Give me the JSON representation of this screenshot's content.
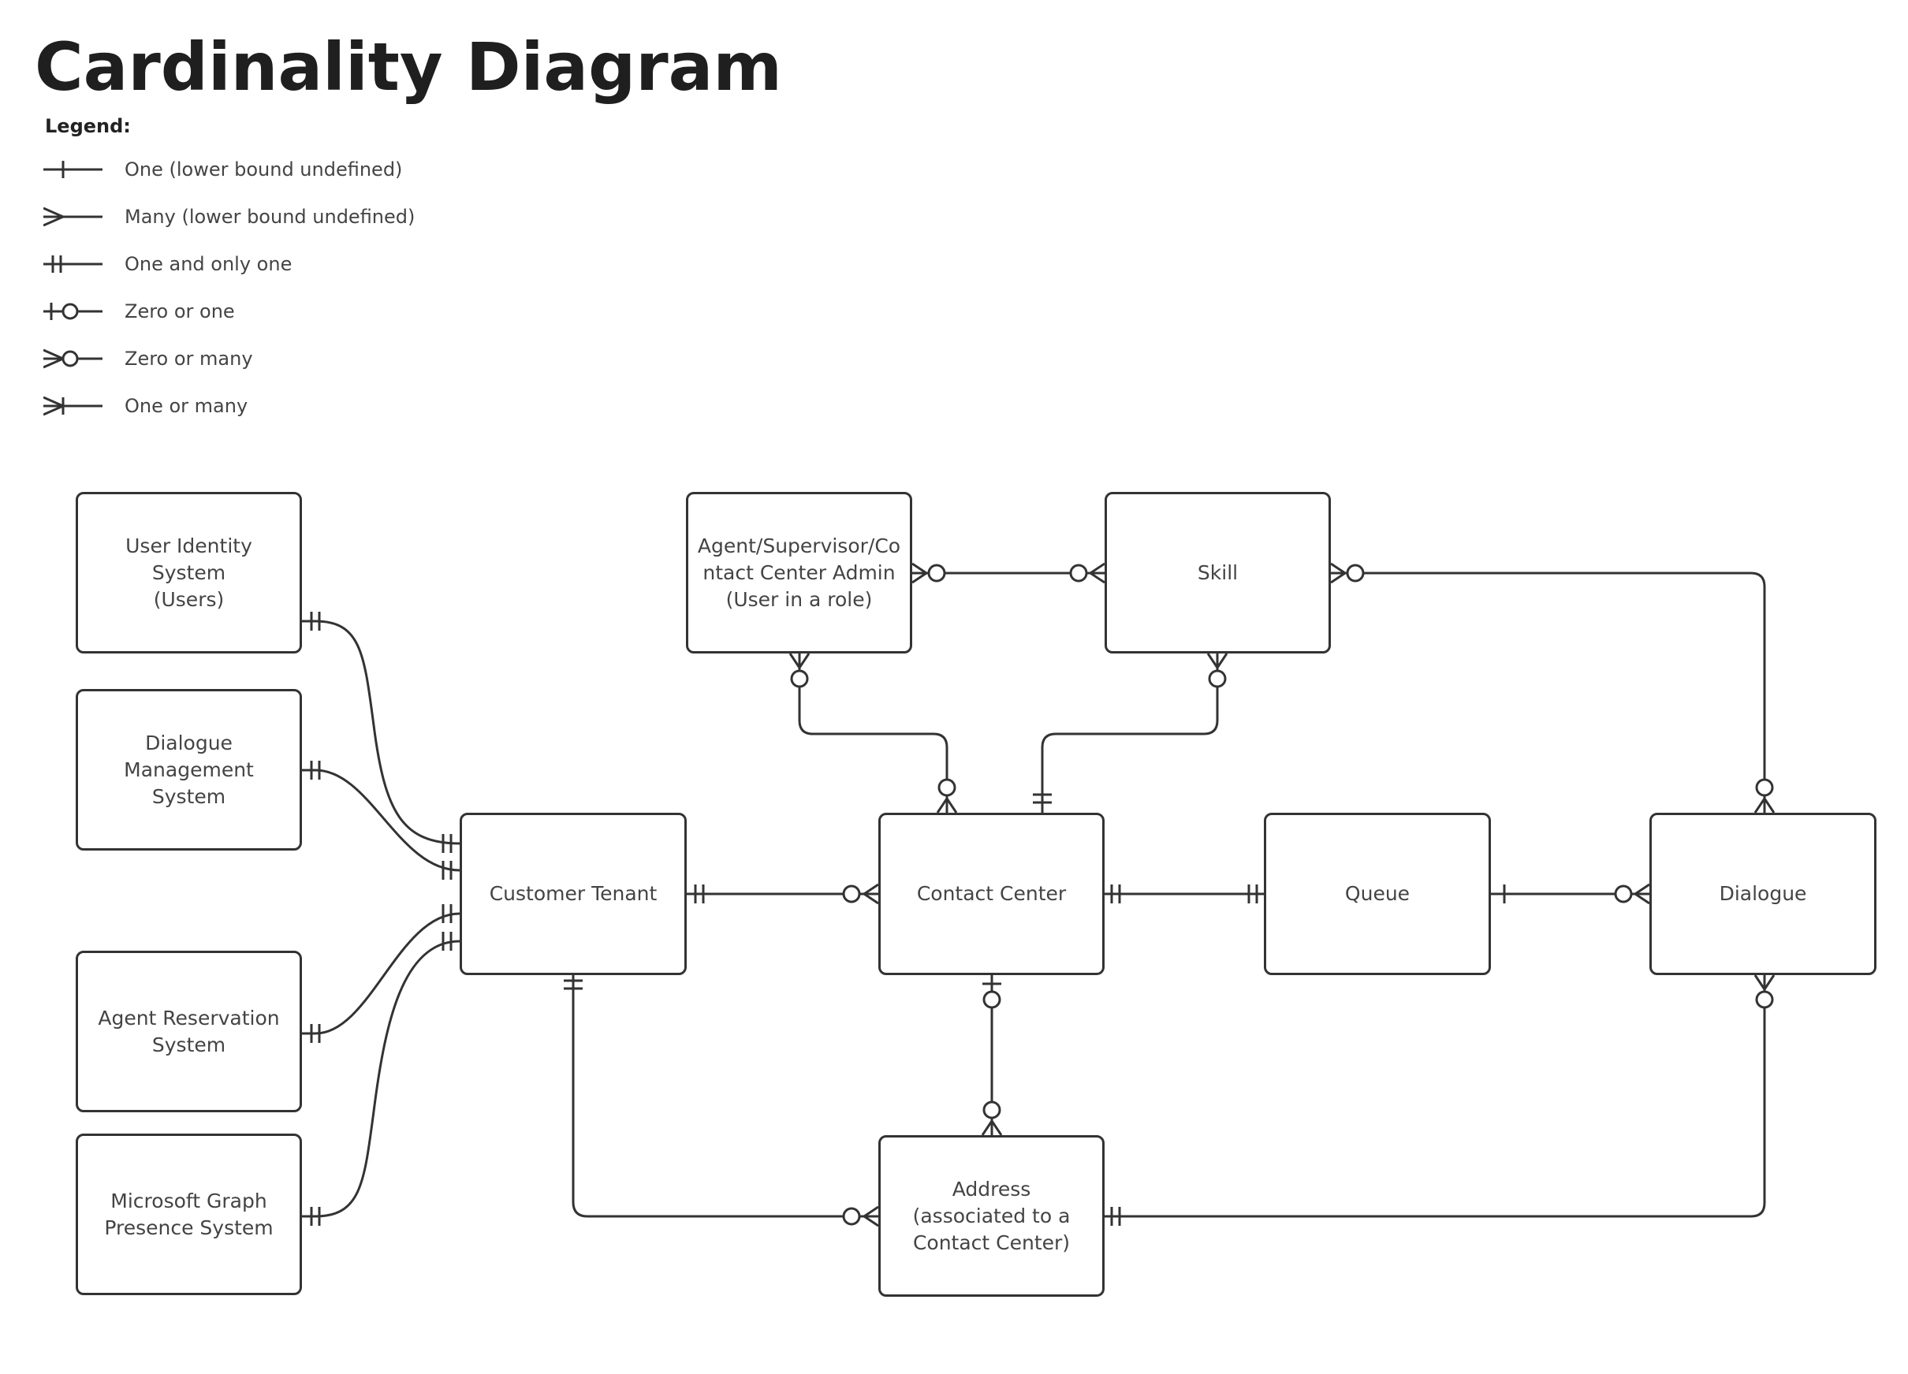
{
  "title": "Cardinality Diagram",
  "legend": {
    "title": "Legend:",
    "items": [
      {
        "symbol": "one",
        "label": "One (lower bound undefined)"
      },
      {
        "symbol": "many",
        "label": "Many (lower bound undefined)"
      },
      {
        "symbol": "one-and-only-one",
        "label": "One and only one"
      },
      {
        "symbol": "zero-or-one",
        "label": "Zero or one"
      },
      {
        "symbol": "zero-or-many",
        "label": "Zero or many"
      },
      {
        "symbol": "one-or-many",
        "label": "One or many"
      }
    ]
  },
  "entities": {
    "user_identity": "User Identity System\n(Users)",
    "dialogue_mgmt": "Dialogue\nManagement\nSystem",
    "agent_reservation": "Agent Reservation\nSystem",
    "ms_graph": "Microsoft Graph\nPresence System",
    "agent_role": "Agent/Supervisor/Co\nntact Center Admin\n(User in a role)",
    "skill": "Skill",
    "customer_tenant": "Customer Tenant",
    "contact_center": "Contact Center",
    "queue": "Queue",
    "dialogue": "Dialogue",
    "address": "Address\n(associated to a\nContact Center)"
  },
  "relationships": [
    {
      "from": "user_identity",
      "from_card": "one-and-only-one",
      "to": "customer_tenant",
      "to_card": "one-and-only-one"
    },
    {
      "from": "dialogue_mgmt",
      "from_card": "one-and-only-one",
      "to": "customer_tenant",
      "to_card": "one-and-only-one"
    },
    {
      "from": "agent_reservation",
      "from_card": "one-and-only-one",
      "to": "customer_tenant",
      "to_card": "one-and-only-one"
    },
    {
      "from": "ms_graph",
      "from_card": "one-and-only-one",
      "to": "customer_tenant",
      "to_card": "one-and-only-one"
    },
    {
      "from": "customer_tenant",
      "from_card": "one-and-only-one",
      "to": "contact_center",
      "to_card": "zero-or-many"
    },
    {
      "from": "customer_tenant",
      "from_card": "one-and-only-one",
      "to": "address",
      "to_card": "zero-or-many"
    },
    {
      "from": "contact_center",
      "from_card": "one-and-only-one",
      "to": "queue",
      "to_card": "one-and-only-one"
    },
    {
      "from": "queue",
      "from_card": "one",
      "to": "dialogue",
      "to_card": "zero-or-many"
    },
    {
      "from": "agent_role",
      "from_card": "zero-or-many",
      "to": "skill",
      "to_card": "zero-or-many"
    },
    {
      "from": "agent_role",
      "from_card": "zero-or-many",
      "to": "contact_center",
      "to_card": "zero-or-many"
    },
    {
      "from": "skill",
      "from_card": "zero-or-many",
      "to": "contact_center",
      "to_card": "one-and-only-one"
    },
    {
      "from": "skill",
      "from_card": "zero-or-many",
      "to": "dialogue",
      "to_card": "zero-or-many"
    },
    {
      "from": "contact_center",
      "from_card": "zero-or-one",
      "to": "address",
      "to_card": "zero-or-many"
    },
    {
      "from": "address",
      "from_card": "one-and-only-one",
      "to": "dialogue",
      "to_card": "zero-or-many"
    }
  ]
}
